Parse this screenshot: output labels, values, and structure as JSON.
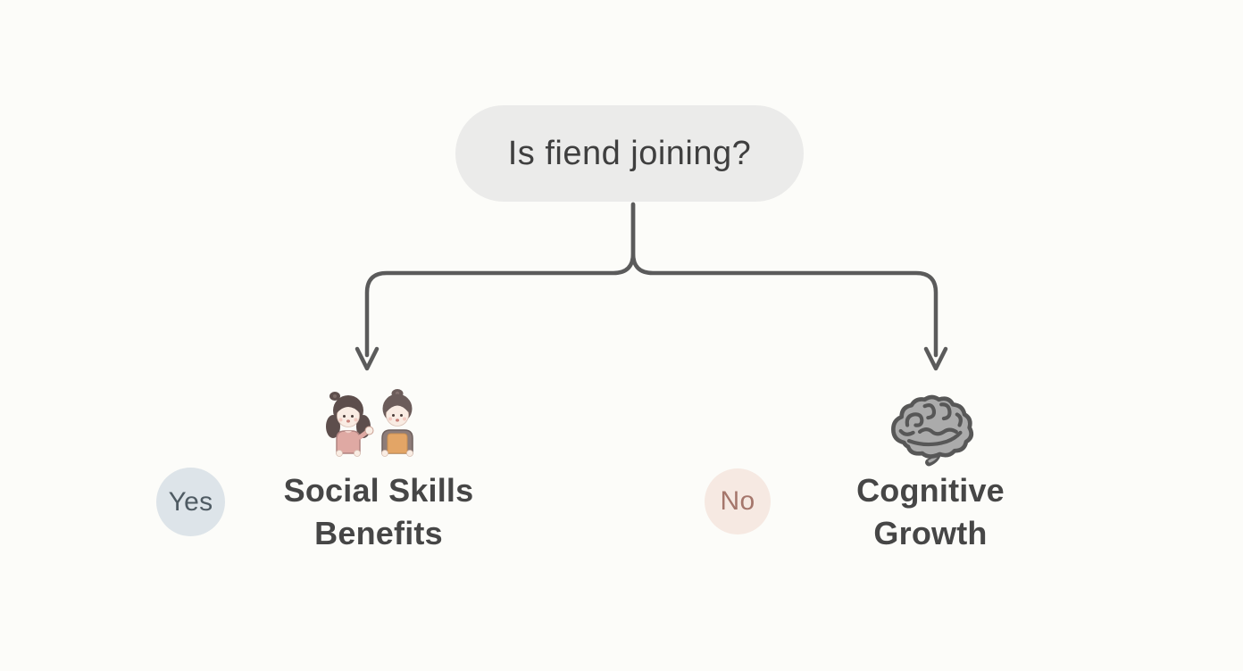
{
  "title": "Decision flowchart",
  "colors": {
    "page-bg": "#FCFCF9",
    "node-bg": "#EBEBEA",
    "node-text": "#3F3F3F",
    "connector": "#5B5B5B",
    "yes-bg": "#DDE4E9",
    "yes-text": "#4F5B63",
    "no-bg": "#F6E9E2",
    "no-text": "#A5766B",
    "label-text": "#464646"
  },
  "root": {
    "question": "Is fiend joining?"
  },
  "branches": [
    {
      "answer": "Yes",
      "icon": "children-icon",
      "label": "Social Skills Benefits",
      "label_line1": "Social Skills",
      "label_line2": "Benefits"
    },
    {
      "answer": "No",
      "icon": "brain-icon",
      "label": "Cognitive Growth",
      "label_line1": "Cognitive",
      "label_line2": "Growth"
    }
  ]
}
